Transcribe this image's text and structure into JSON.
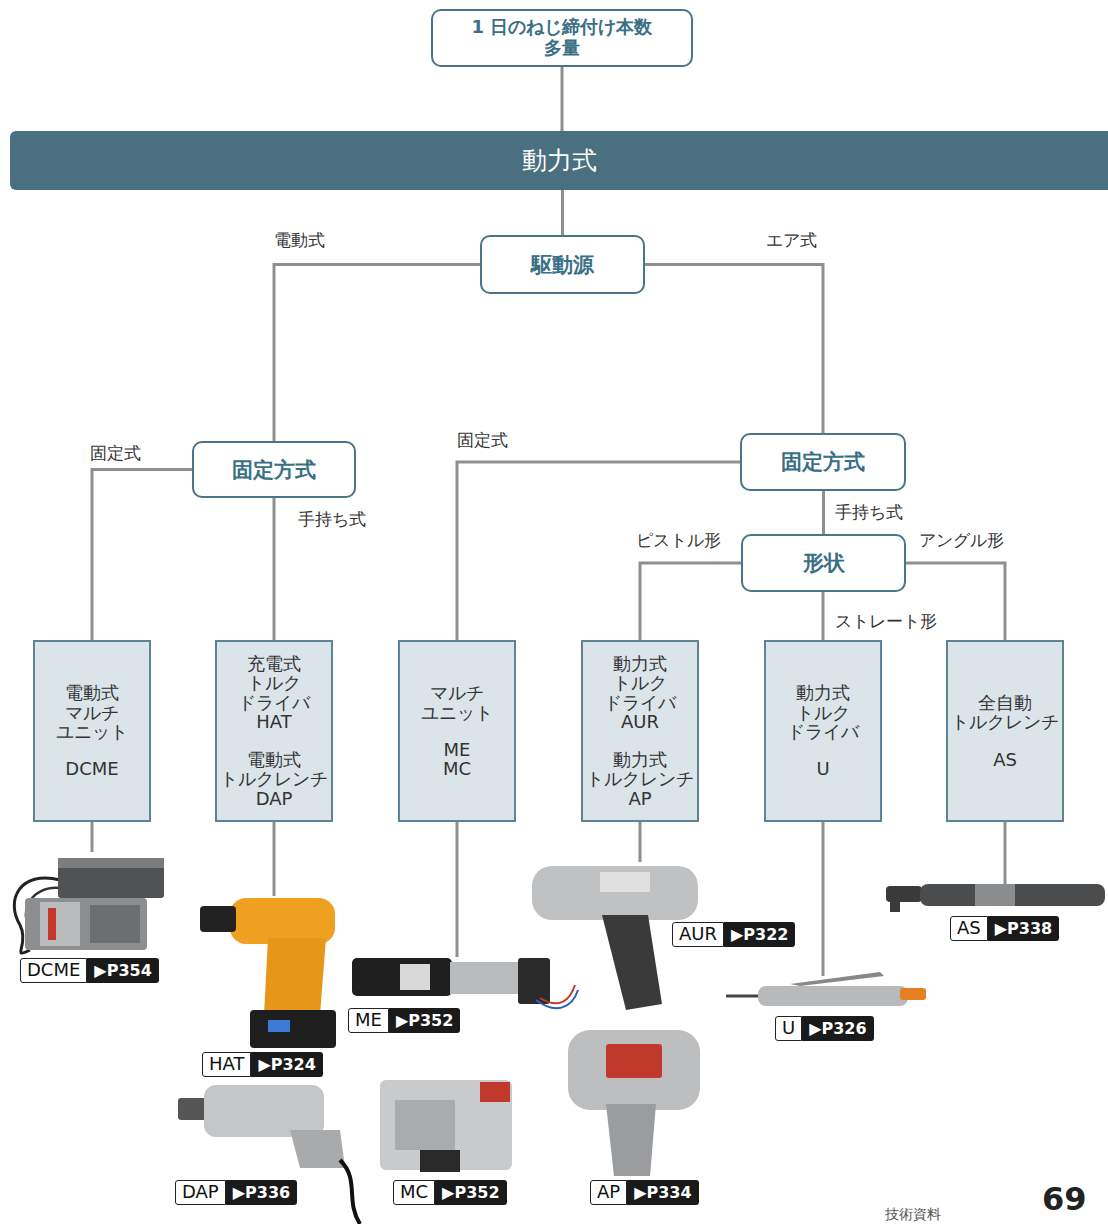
{
  "diagram": {
    "nodes": [
      {
        "text": [
          "1 日のねじ締付け本数 多量"
        ]
      },
      {
        "text": [
          "動力式"
        ]
      },
      {
        "text": [
          "駆動源"
        ]
      },
      {
        "text": [
          "固定方式"
        ]
      },
      {
        "text": [
          "固定方式"
        ]
      },
      {
        "text": [
          "形状"
        ]
      },
      {
        "text": [
          "電動式 マルチ ユニット",
          "DCME"
        ]
      },
      {
        "text": [
          "充電式 トルク ドライバ HAT",
          "電動式 トルクレンチ DAP"
        ]
      },
      {
        "text": [
          "マルチ ユニット",
          "ME MC"
        ]
      },
      {
        "text": [
          "動力式 トルク ドライバ AUR",
          "動力式 トルクレンチ AP"
        ]
      },
      {
        "text": [
          "動力式 トルク ドライバ",
          "U"
        ]
      },
      {
        "text": [
          "全自動 トルクレンチ",
          "AS"
        ]
      },
      {
        "text": [
          "DCME",
          "▶P354"
        ]
      },
      {
        "text": [
          "AUR",
          "▶P322"
        ]
      },
      {
        "text": [
          "AS",
          "▶P338"
        ]
      },
      {
        "text": [
          "ME",
          "▶P352"
        ]
      },
      {
        "text": [
          "U",
          "▶P326"
        ]
      },
      {
        "text": [
          "HAT",
          "▶P324"
        ]
      },
      {
        "text": [
          "DAP",
          "▶P336"
        ]
      },
      {
        "text": [
          "MC",
          "▶P352"
        ]
      },
      {
        "text": [
          "AP",
          "▶P334"
        ]
      }
    ],
    "edges": [
      {
        "from": 0,
        "to": 1,
        "arrow": "none"
      },
      {
        "from": 1,
        "to": 2,
        "arrow": "none"
      },
      {
        "from": 2,
        "to": 3,
        "label": "電動式",
        "arrow": "none"
      },
      {
        "from": 2,
        "to": 4,
        "label": "エア式",
        "arrow": "none"
      },
      {
        "from": 3,
        "to": 6,
        "label": "固定式",
        "arrow": "none"
      },
      {
        "from": 3,
        "to": 7,
        "label": "手持ち式",
        "arrow": "none"
      },
      {
        "from": 4,
        "to": 8,
        "label": "固定式",
        "arrow": "none"
      },
      {
        "from": 4,
        "to": 5,
        "label": "手持ち式",
        "arrow": "none"
      },
      {
        "from": 5,
        "to": 9,
        "label": "ピストル形",
        "arrow": "none"
      },
      {
        "from": 5,
        "to": 10,
        "label": "ストレート形",
        "arrow": "none"
      },
      {
        "from": 5,
        "to": 11,
        "label": "アングル形",
        "arrow": "none"
      }
    ],
    "labels": [
      "技術資料",
      "69"
    ]
  }
}
